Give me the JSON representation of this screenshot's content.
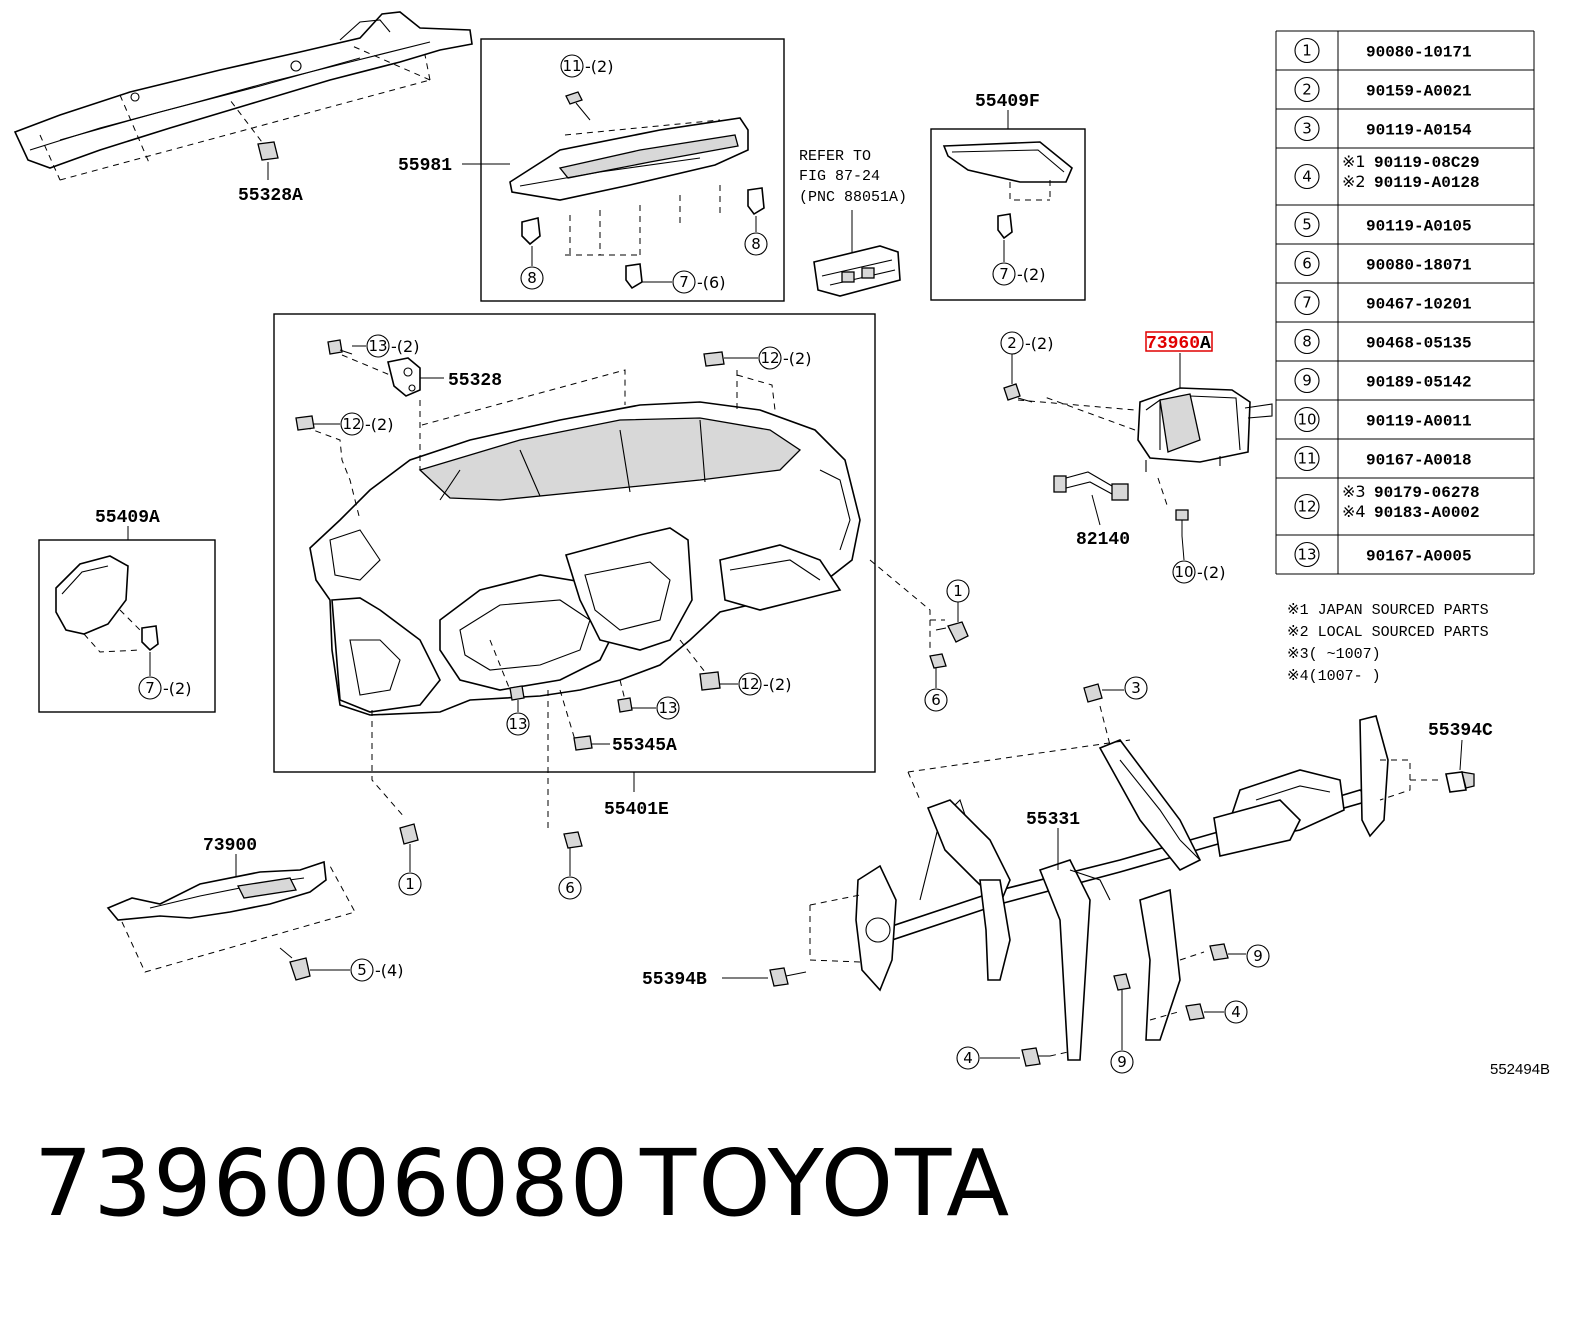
{
  "footer": {
    "part_number": "7396006080",
    "brand": "TOYOTA"
  },
  "diagram_code": "552494B",
  "highlighted_part": "73960A",
  "highlight_color": "#e00000",
  "labels": {
    "p55328A": "55328A",
    "p55981": "55981",
    "p55409F": "55409F",
    "p73960A_base": "73960",
    "p73960A_suffix": "A",
    "p55328": "55328",
    "p55409A": "55409A",
    "p82140": "82140",
    "p55345A": "55345A",
    "p55401E": "55401E",
    "p73900": "73900",
    "p55331": "55331",
    "p55394C": "55394C",
    "p55394B": "55394B"
  },
  "refer": {
    "line1": "REFER TO",
    "line2": "FIG 87-24",
    "line3": "(PNC 88051A)"
  },
  "callouts": {
    "q2": "-(2)",
    "q4": "-(4)",
    "q6": "-(6)"
  },
  "parts_table": [
    {
      "ref": "1",
      "parts": [
        {
          "mark": "",
          "num": "90080-10171"
        }
      ]
    },
    {
      "ref": "2",
      "parts": [
        {
          "mark": "",
          "num": "90159-A0021"
        }
      ]
    },
    {
      "ref": "3",
      "parts": [
        {
          "mark": "",
          "num": "90119-A0154"
        }
      ]
    },
    {
      "ref": "4",
      "parts": [
        {
          "mark": "※1",
          "num": "90119-08C29"
        },
        {
          "mark": "※2",
          "num": "90119-A0128"
        }
      ]
    },
    {
      "ref": "5",
      "parts": [
        {
          "mark": "",
          "num": "90119-A0105"
        }
      ]
    },
    {
      "ref": "6",
      "parts": [
        {
          "mark": "",
          "num": "90080-18071"
        }
      ]
    },
    {
      "ref": "7",
      "parts": [
        {
          "mark": "",
          "num": "90467-10201"
        }
      ]
    },
    {
      "ref": "8",
      "parts": [
        {
          "mark": "",
          "num": "90468-05135"
        }
      ]
    },
    {
      "ref": "9",
      "parts": [
        {
          "mark": "",
          "num": "90189-05142"
        }
      ]
    },
    {
      "ref": "10",
      "parts": [
        {
          "mark": "",
          "num": "90119-A0011"
        }
      ]
    },
    {
      "ref": "11",
      "parts": [
        {
          "mark": "",
          "num": "90167-A0018"
        }
      ]
    },
    {
      "ref": "12",
      "parts": [
        {
          "mark": "※3",
          "num": "90179-06278"
        },
        {
          "mark": "※4",
          "num": "90183-A0002"
        }
      ]
    },
    {
      "ref": "13",
      "parts": [
        {
          "mark": "",
          "num": "90167-A0005"
        }
      ]
    }
  ],
  "notes": [
    "※1 JAPAN SOURCED PARTS",
    "※2 LOCAL SOURCED PARTS",
    "※3(   ~1007)",
    "※4(1007-   )"
  ]
}
